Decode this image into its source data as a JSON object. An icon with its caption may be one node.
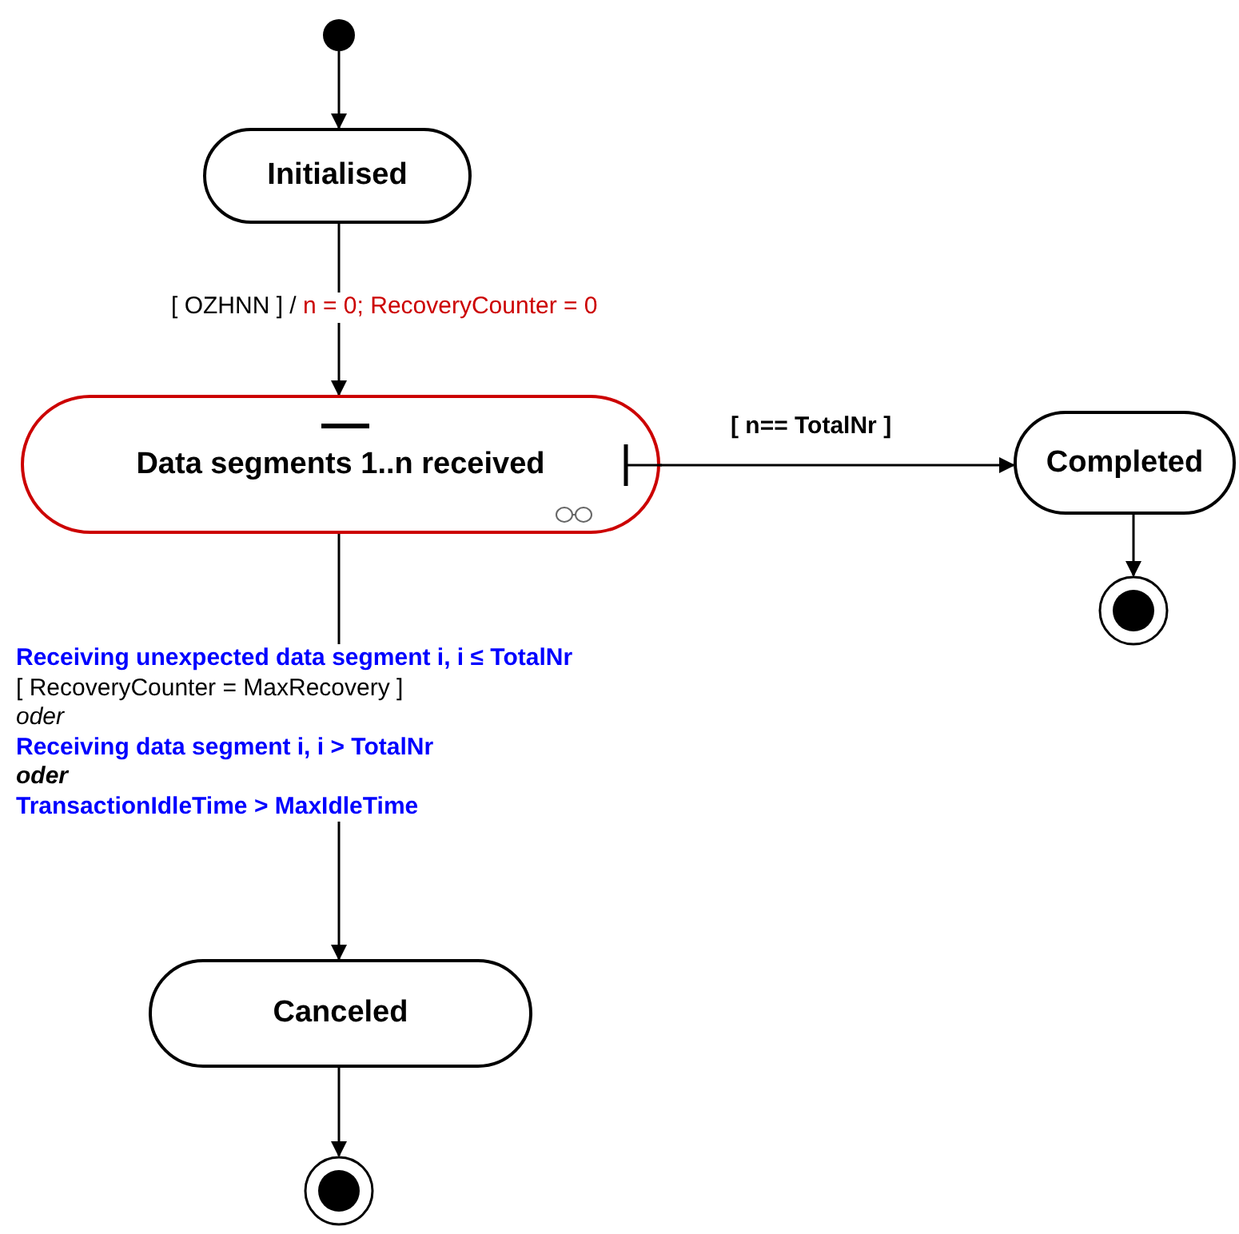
{
  "diagram": {
    "nodes": [
      {
        "text": [],
        "shape": "circle"
      },
      {
        "text": [
          "Initialised"
        ]
      },
      {
        "text": [
          "Data segments 1..n received"
        ]
      },
      {
        "text": [
          "Completed"
        ]
      },
      {
        "text": [],
        "shape": "circle"
      },
      {
        "text": [
          "Canceled"
        ]
      },
      {
        "text": [],
        "shape": "circle"
      }
    ],
    "edges": [
      {
        "from": 0,
        "to": 1,
        "arrow": "to"
      },
      {
        "from": 1,
        "to": 2,
        "arrow": "to",
        "label": "[ OZHNN ] / n = 0; RecoveryCounter = 0"
      },
      {
        "from": 2,
        "to": 3,
        "arrow": "to",
        "label": "[ n== TotalNr ]"
      },
      {
        "from": 3,
        "to": 4,
        "arrow": "to"
      },
      {
        "from": 2,
        "to": 5,
        "arrow": "to",
        "label": "**Receiving unexpected data segment i, i ≤ TotalNr** [ RecoveryCounter = MaxRecovery ] *oder* **Receiving data segment i, i > TotalNr** **oder** **TransactionIdleTime > MaxIdleTime**"
      },
      {
        "from": 5,
        "to": 6,
        "arrow": "to"
      }
    ]
  }
}
